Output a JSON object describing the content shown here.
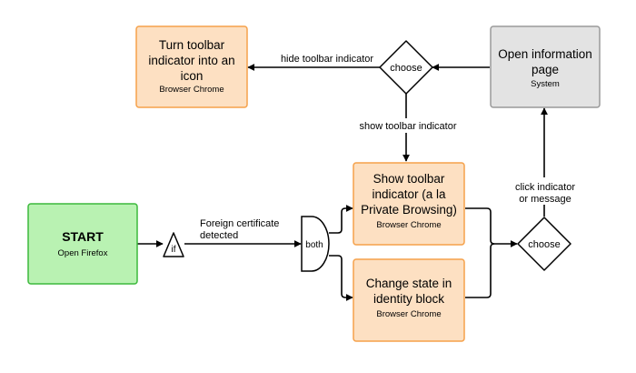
{
  "colors": {
    "orange_fill": "#fde0c2",
    "orange_stroke": "#f5a14a",
    "green_fill": "#b9f2b2",
    "green_stroke": "#3cb93c",
    "gray_fill": "#e3e3e3",
    "gray_stroke": "#9a9a9a",
    "line": "#000000"
  },
  "nodes": {
    "start": {
      "title": "START",
      "subtitle": "Open Firefox"
    },
    "if_gate": {
      "label": "if"
    },
    "both_gate": {
      "label": "both"
    },
    "show_indicator": {
      "line1": "Show toolbar",
      "line2": "indicator (a la",
      "line3": "Private Browsing)",
      "subtitle": "Browser Chrome"
    },
    "change_state": {
      "line1": "Change state in",
      "line2": "identity block",
      "subtitle": "Browser Chrome"
    },
    "choose_bottom": {
      "label": "choose"
    },
    "open_info": {
      "line1": "Open information",
      "line2": "page",
      "subtitle": "System"
    },
    "choose_top": {
      "label": "choose"
    },
    "turn_icon": {
      "line1": "Turn toolbar",
      "line2": "indicator into an",
      "line3": "icon",
      "subtitle": "Browser Chrome"
    }
  },
  "edges": {
    "foreign_cert_line1": "Foreign certificate",
    "foreign_cert_line2": "detected",
    "click_line1": "click indicator",
    "click_line2": "or message",
    "hide_toolbar": "hide toolbar indicator",
    "show_toolbar": "show toolbar indicator"
  }
}
